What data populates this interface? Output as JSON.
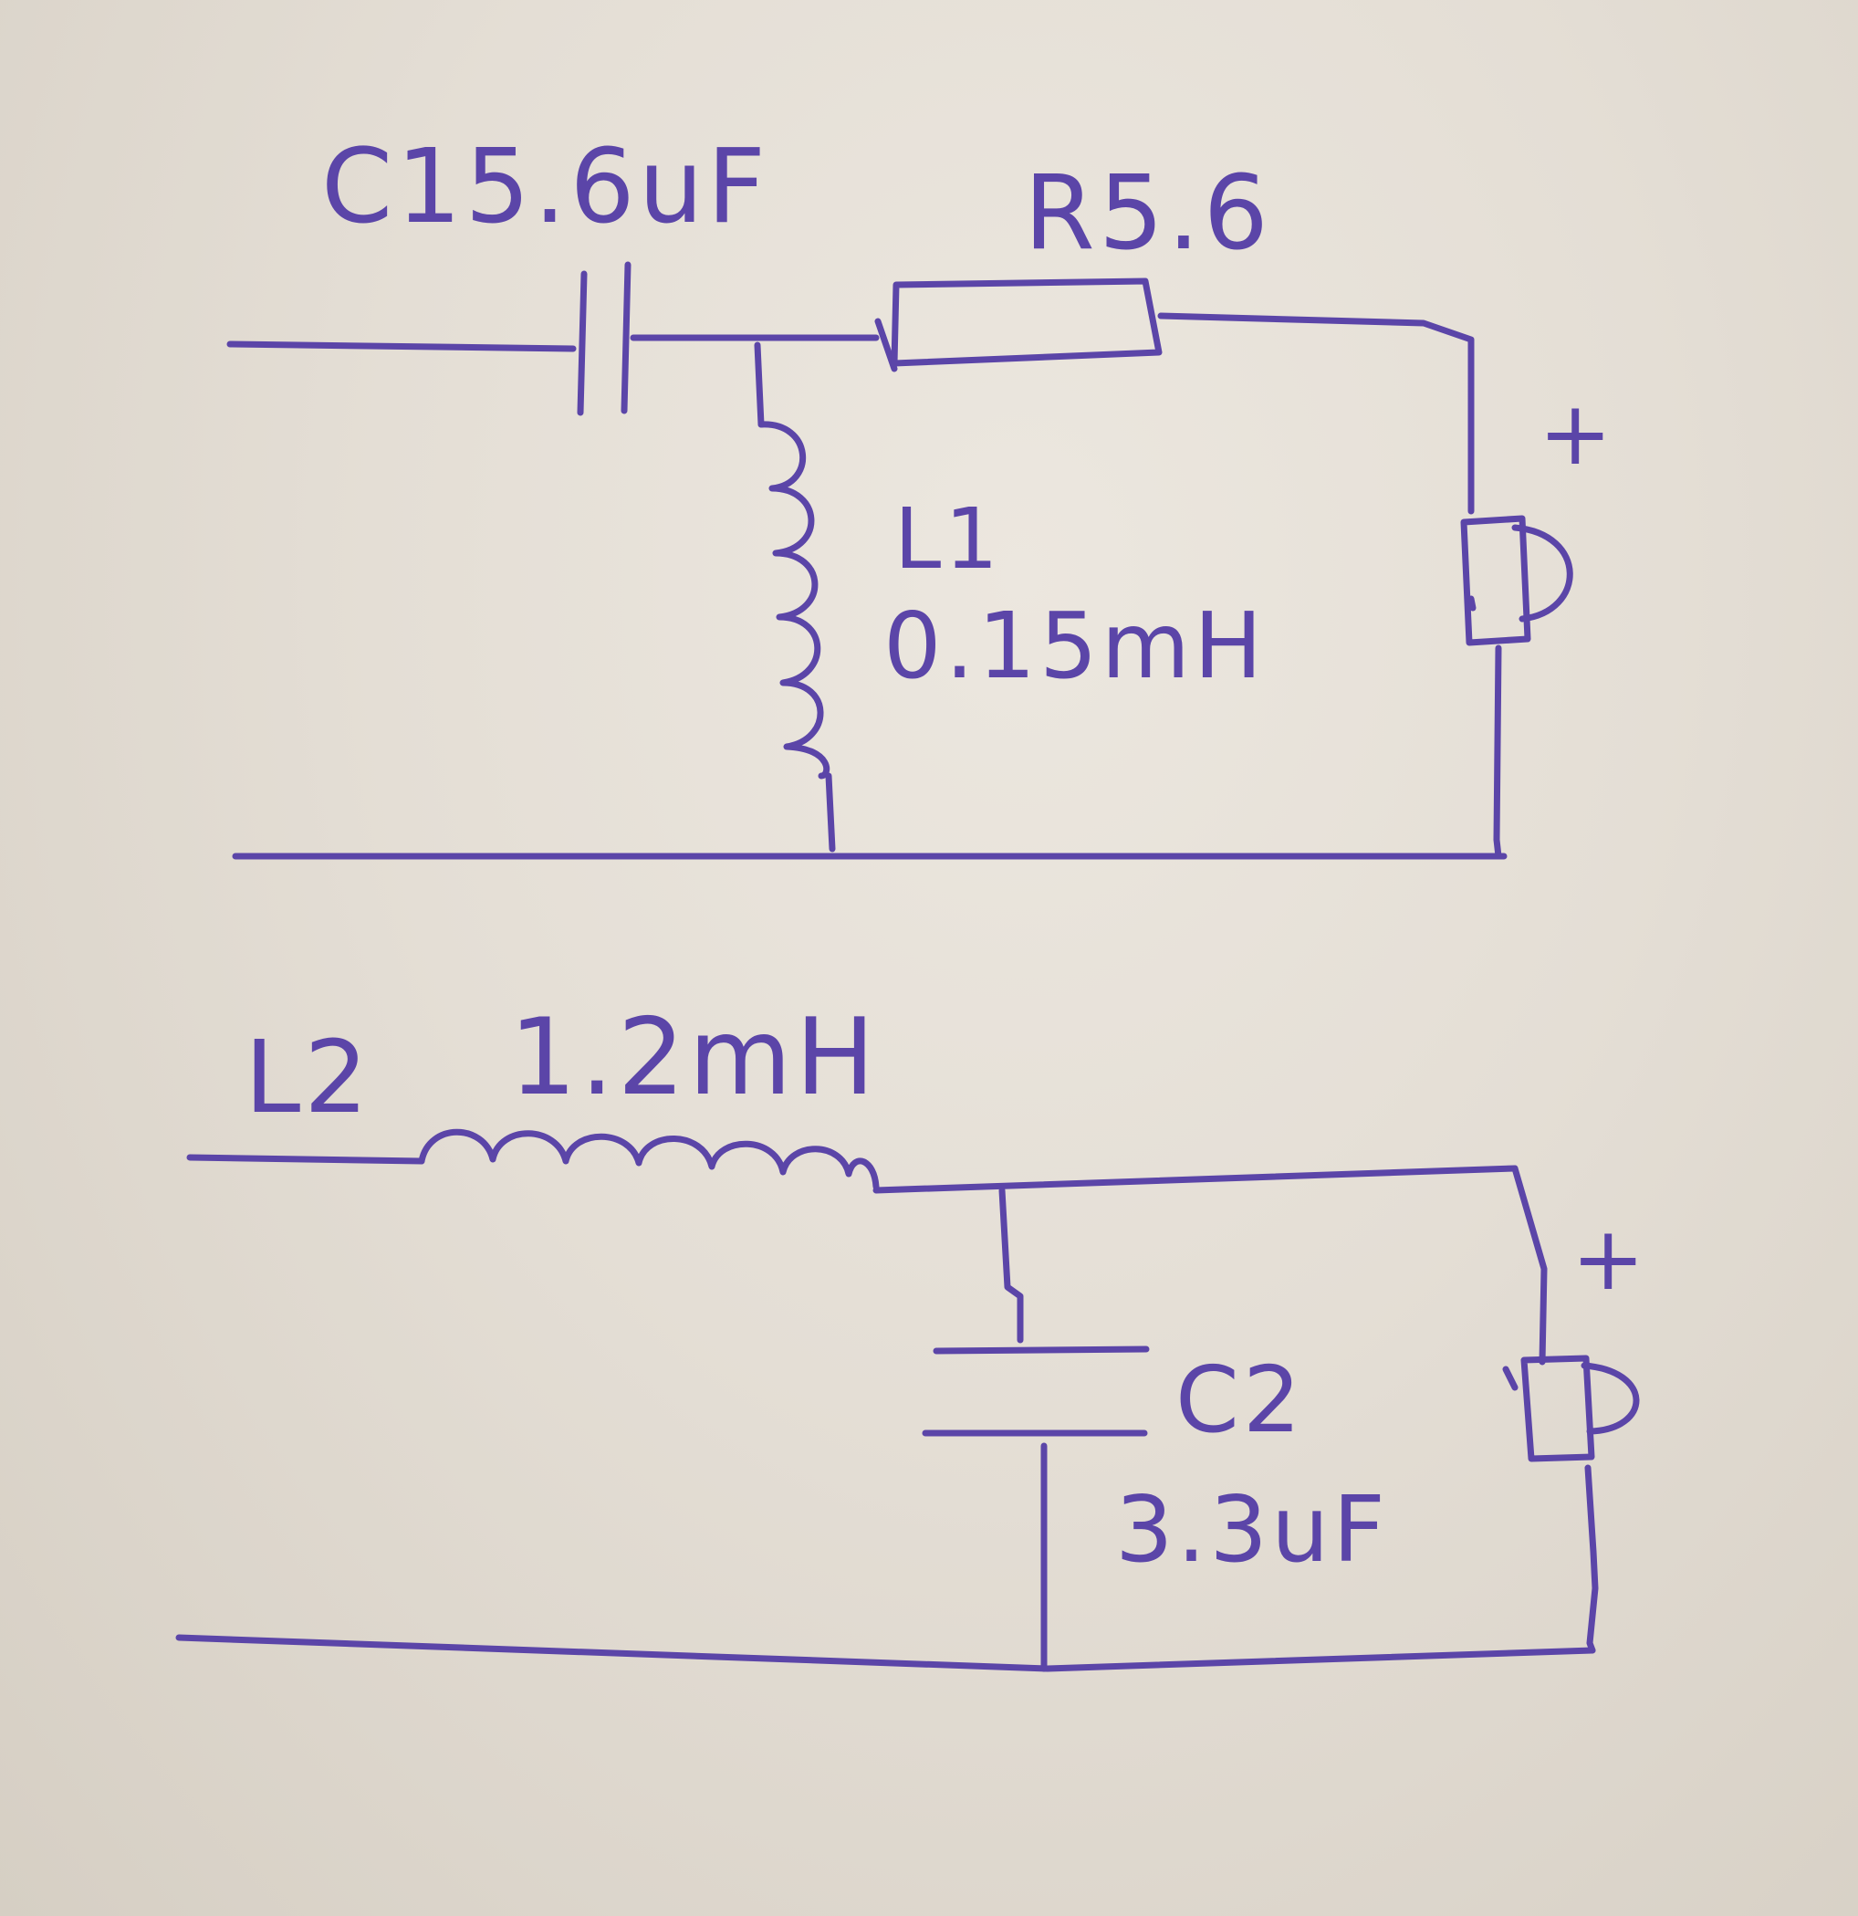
{
  "diagram": {
    "ink_color": "#5b45a8",
    "paper_color": "#e6e1d9",
    "circuit_top": {
      "c1_label": "C15.6uF",
      "r_label": "R5.6",
      "l1_name": "L1",
      "l1_value": "0.15mH",
      "speaker_polarity": "+"
    },
    "circuit_bottom": {
      "l2_name": "L2",
      "l2_value": "1.2mH",
      "c2_name": "C2",
      "c2_value": "3.3uF",
      "speaker_polarity": "+"
    }
  }
}
